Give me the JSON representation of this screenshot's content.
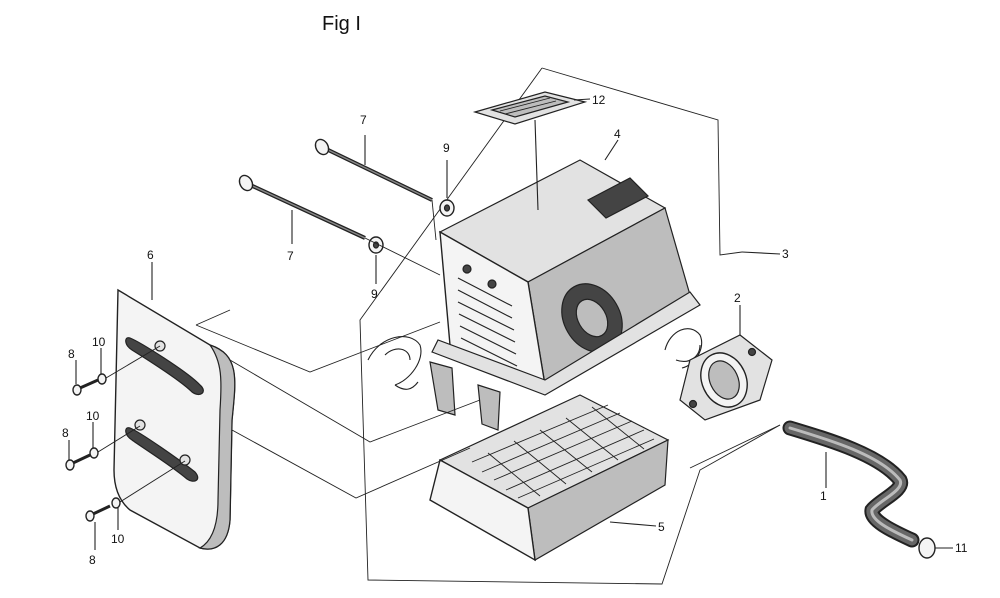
{
  "figure": {
    "title": "Fig I"
  },
  "callouts": {
    "c1": "1",
    "c2": "2",
    "c3": "3",
    "c4": "4",
    "c5": "5",
    "c6": "6",
    "c7a": "7",
    "c7b": "7",
    "c8a": "8",
    "c8b": "8",
    "c8c": "8",
    "c9a": "9",
    "c9b": "9",
    "c10a": "10",
    "c10b": "10",
    "c10c": "10",
    "c11": "11",
    "c12": "12"
  }
}
